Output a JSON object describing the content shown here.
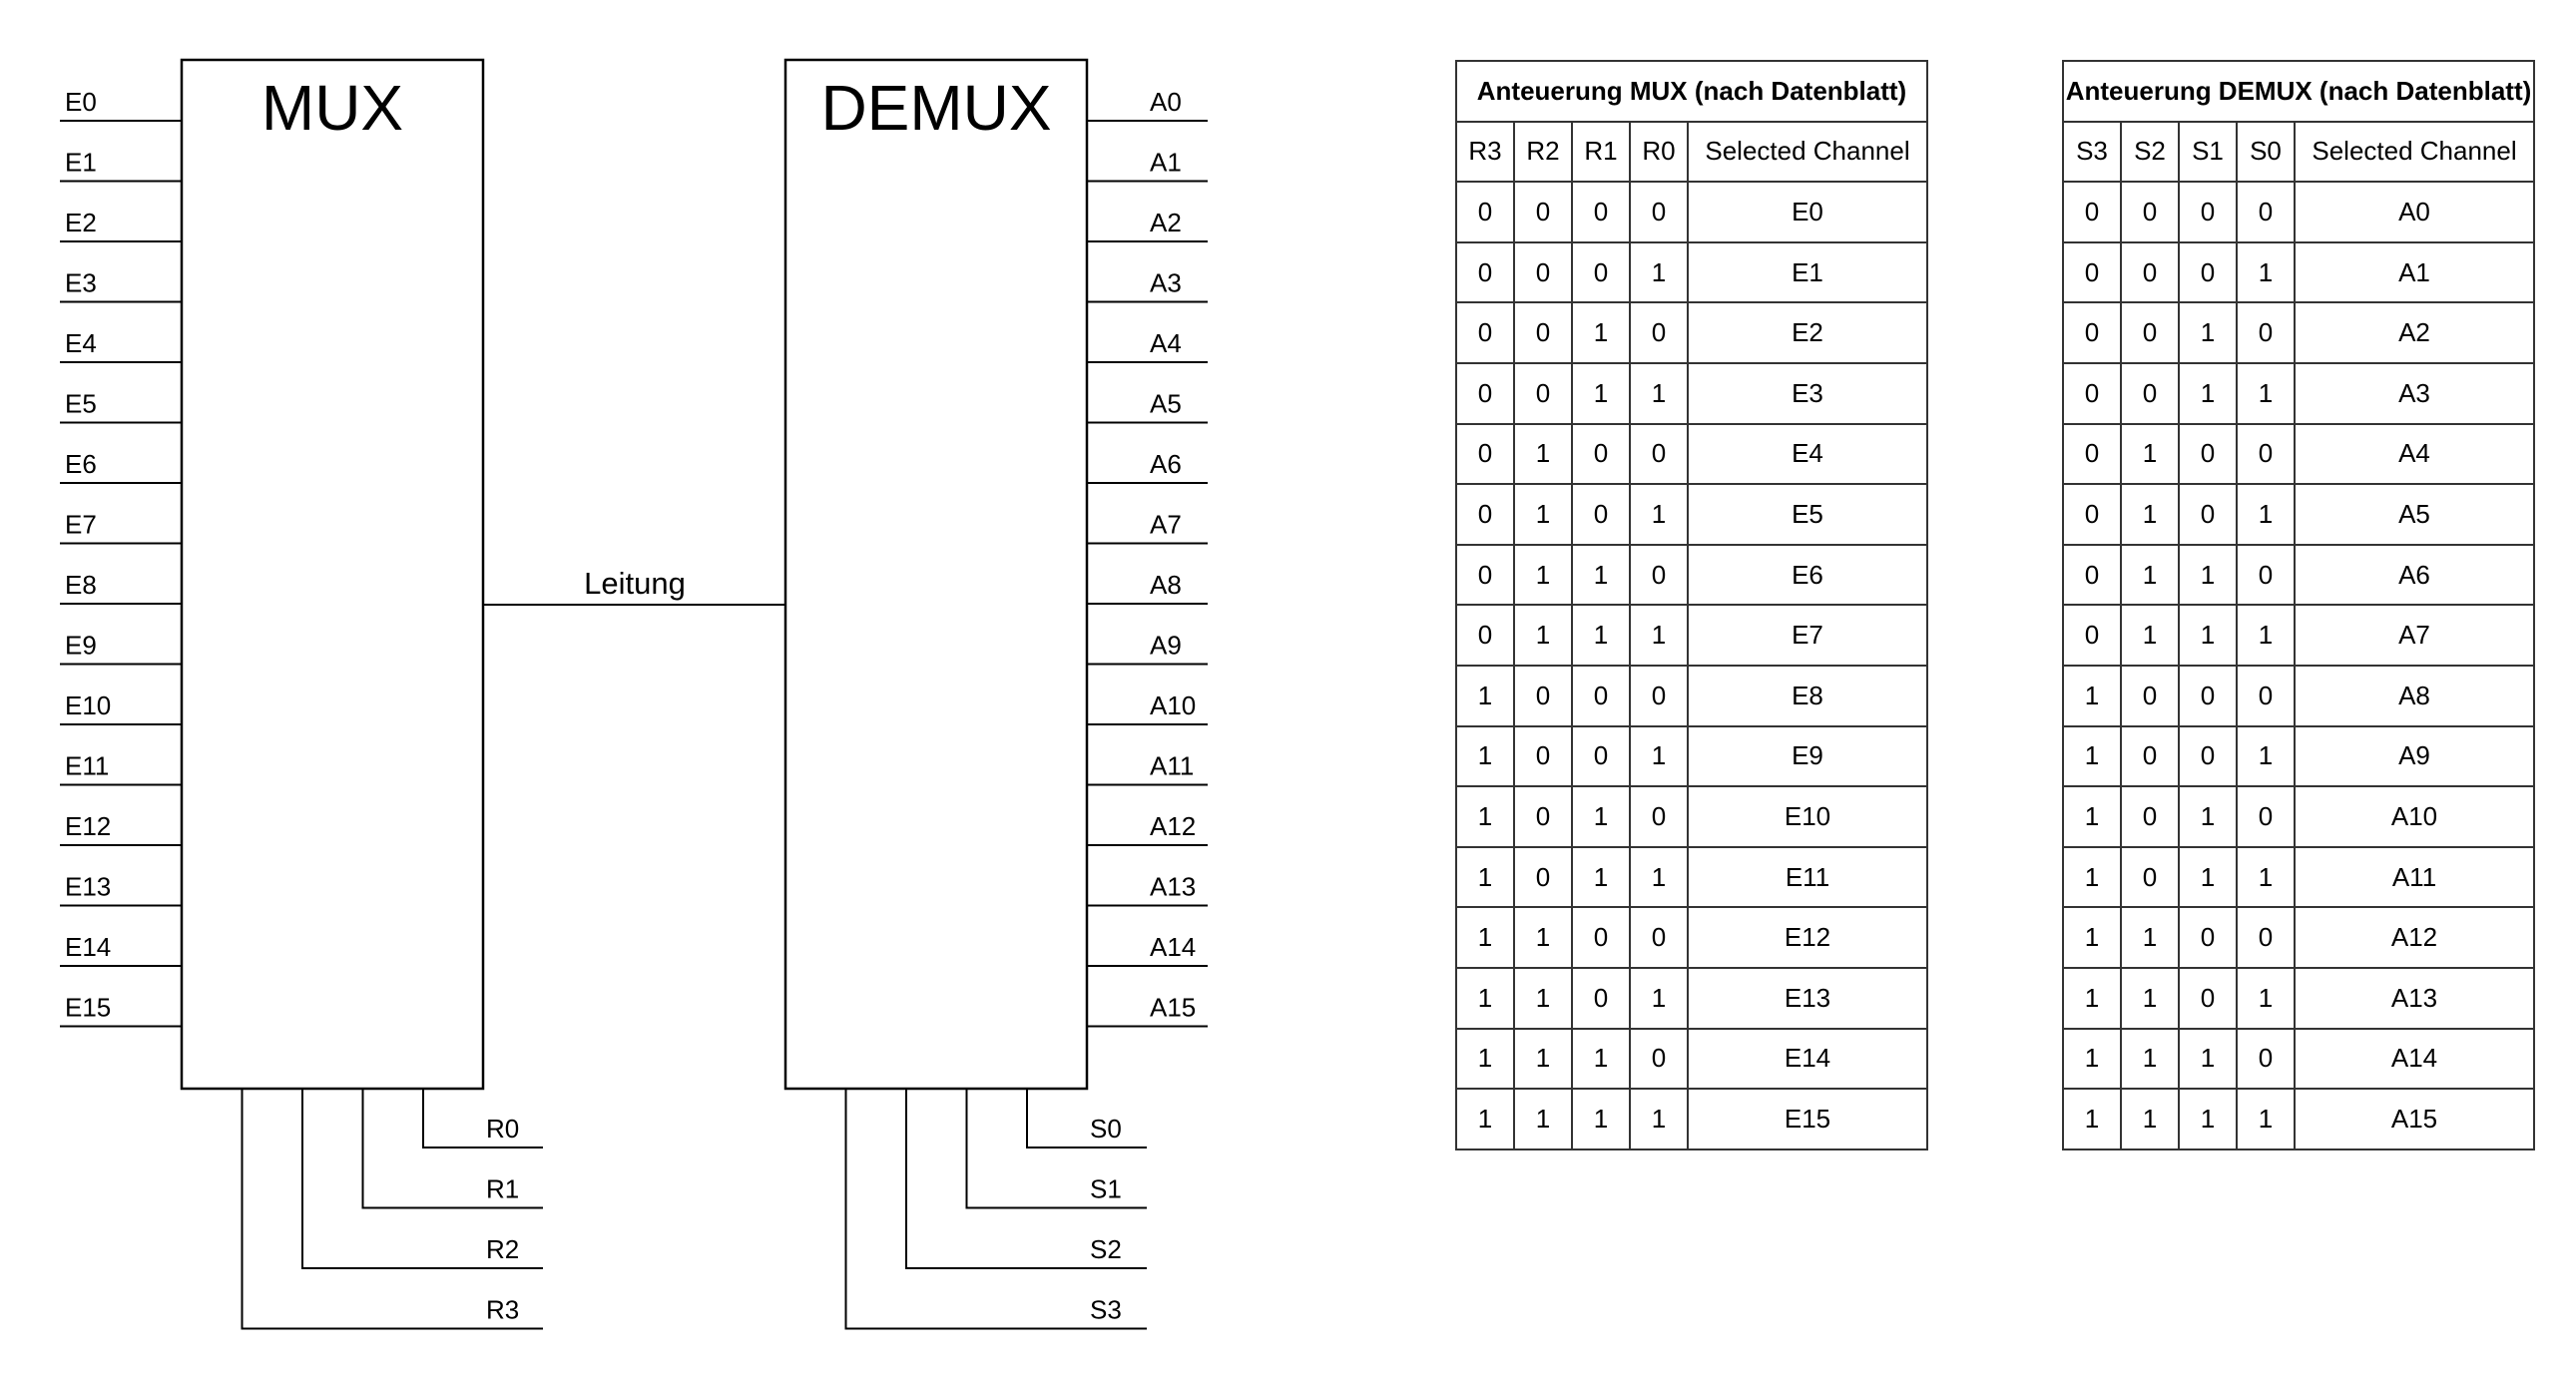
{
  "mux": {
    "label": "MUX",
    "inputs": [
      "E0",
      "E1",
      "E2",
      "E3",
      "E4",
      "E5",
      "E6",
      "E7",
      "E8",
      "E9",
      "E10",
      "E11",
      "E12",
      "E13",
      "E14",
      "E15"
    ],
    "selects": [
      "R0",
      "R1",
      "R2",
      "R3"
    ]
  },
  "demux": {
    "label": "DEMUX",
    "outputs": [
      "A0",
      "A1",
      "A2",
      "A3",
      "A4",
      "A5",
      "A6",
      "A7",
      "A8",
      "A9",
      "A10",
      "A11",
      "A12",
      "A13",
      "A14",
      "A15"
    ],
    "selects": [
      "S0",
      "S1",
      "S2",
      "S3"
    ]
  },
  "line_label": "Leitung",
  "mux_table": {
    "title": "Anteuerung MUX (nach Datenblatt)",
    "headers": [
      "R3",
      "R2",
      "R1",
      "R0",
      "Selected Channel"
    ],
    "rows": [
      [
        "0",
        "0",
        "0",
        "0",
        "E0"
      ],
      [
        "0",
        "0",
        "0",
        "1",
        "E1"
      ],
      [
        "0",
        "0",
        "1",
        "0",
        "E2"
      ],
      [
        "0",
        "0",
        "1",
        "1",
        "E3"
      ],
      [
        "0",
        "1",
        "0",
        "0",
        "E4"
      ],
      [
        "0",
        "1",
        "0",
        "1",
        "E5"
      ],
      [
        "0",
        "1",
        "1",
        "0",
        "E6"
      ],
      [
        "0",
        "1",
        "1",
        "1",
        "E7"
      ],
      [
        "1",
        "0",
        "0",
        "0",
        "E8"
      ],
      [
        "1",
        "0",
        "0",
        "1",
        "E9"
      ],
      [
        "1",
        "0",
        "1",
        "0",
        "E10"
      ],
      [
        "1",
        "0",
        "1",
        "1",
        "E11"
      ],
      [
        "1",
        "1",
        "0",
        "0",
        "E12"
      ],
      [
        "1",
        "1",
        "0",
        "1",
        "E13"
      ],
      [
        "1",
        "1",
        "1",
        "0",
        "E14"
      ],
      [
        "1",
        "1",
        "1",
        "1",
        "E15"
      ]
    ]
  },
  "demux_table": {
    "title": "Anteuerung DEMUX (nach Datenblatt)",
    "headers": [
      "S3",
      "S2",
      "S1",
      "S0",
      "Selected Channel"
    ],
    "rows": [
      [
        "0",
        "0",
        "0",
        "0",
        "A0"
      ],
      [
        "0",
        "0",
        "0",
        "1",
        "A1"
      ],
      [
        "0",
        "0",
        "1",
        "0",
        "A2"
      ],
      [
        "0",
        "0",
        "1",
        "1",
        "A3"
      ],
      [
        "0",
        "1",
        "0",
        "0",
        "A4"
      ],
      [
        "0",
        "1",
        "0",
        "1",
        "A5"
      ],
      [
        "0",
        "1",
        "1",
        "0",
        "A6"
      ],
      [
        "0",
        "1",
        "1",
        "1",
        "A7"
      ],
      [
        "1",
        "0",
        "0",
        "0",
        "A8"
      ],
      [
        "1",
        "0",
        "0",
        "1",
        "A9"
      ],
      [
        "1",
        "0",
        "1",
        "0",
        "A10"
      ],
      [
        "1",
        "0",
        "1",
        "1",
        "A11"
      ],
      [
        "1",
        "1",
        "0",
        "0",
        "A12"
      ],
      [
        "1",
        "1",
        "0",
        "1",
        "A13"
      ],
      [
        "1",
        "1",
        "1",
        "0",
        "A14"
      ],
      [
        "1",
        "1",
        "1",
        "1",
        "A15"
      ]
    ]
  }
}
